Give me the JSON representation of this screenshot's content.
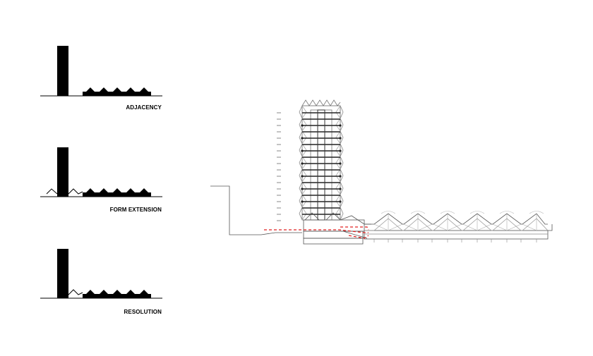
{
  "diagrams": [
    {
      "label": "ADJACENCY"
    },
    {
      "label": "FORM EXTENSION"
    },
    {
      "label": "RESOLUTION"
    }
  ],
  "colors": {
    "ink": "#000000",
    "drawing_line": "#555555",
    "circulation_path": "#e02020"
  }
}
